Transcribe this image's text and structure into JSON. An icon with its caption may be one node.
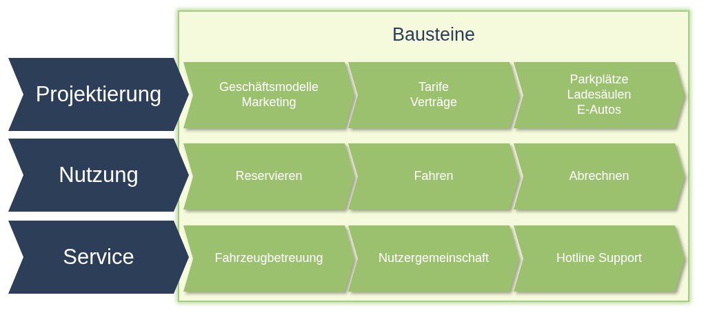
{
  "diagram": {
    "nodes": [
      {
        "text": [
          "Bausteine"
        ]
      },
      {
        "text": [
          "Projektierung"
        ]
      },
      {
        "text": [
          "Geschäftsmodelle Marketing"
        ],
        "in": 0
      },
      {
        "text": [
          "Tarife Verträge"
        ],
        "in": 0
      },
      {
        "text": [
          "Parkplätze Ladesäulen E-Autos"
        ],
        "in": 0
      },
      {
        "text": [
          "Nutzung"
        ]
      },
      {
        "text": [
          "Reservieren"
        ],
        "in": 0
      },
      {
        "text": [
          "Fahren"
        ],
        "in": 0
      },
      {
        "text": [
          "Abrechnen"
        ],
        "in": 0
      },
      {
        "text": [
          "Service"
        ]
      },
      {
        "text": [
          "Fahrzeugbetreuung"
        ],
        "in": 0
      },
      {
        "text": [
          "Nutzergemeinschaft"
        ],
        "in": 0
      },
      {
        "text": [
          "Hotline Support"
        ],
        "in": 0
      }
    ]
  }
}
